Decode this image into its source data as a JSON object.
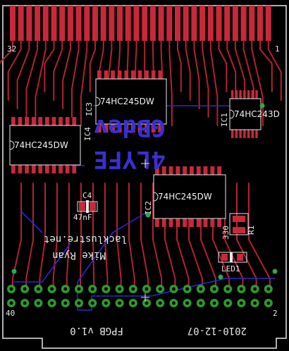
{
  "board": {
    "title": "FPGB v1.0",
    "date": "2010-12-07",
    "author_line1": "Mike Ryan",
    "author_line2": "lacklustre.net",
    "blue_text_line1": "GBdev",
    "blue_text_line2": "4LYFE",
    "edge_pin_left": "32",
    "edge_pin_right": "1",
    "header_pin_left": "40",
    "header_pin_right": "2"
  },
  "components": {
    "ic1": {
      "ref": "IC1",
      "part": "74HC243D"
    },
    "ic2": {
      "ref": "IC2",
      "part": "74HC245DW"
    },
    "ic3": {
      "ref": "IC3",
      "part": "74HC245DW"
    },
    "ic4": {
      "ref": "IC4",
      "part": "74HC245DW"
    },
    "c4": {
      "ref": "C4",
      "value": "47nF"
    },
    "r1": {
      "ref": "R1",
      "value": "330"
    },
    "led1": {
      "ref": "LED1"
    }
  },
  "colors": {
    "background": "#000000",
    "copper": "#b3222f",
    "copper_bright": "#c8283a",
    "silkscreen": "#e8e8e8",
    "bottom_trace": "#2a2ad0",
    "pad": "#2e9a2e",
    "via": "#2ea84a"
  }
}
